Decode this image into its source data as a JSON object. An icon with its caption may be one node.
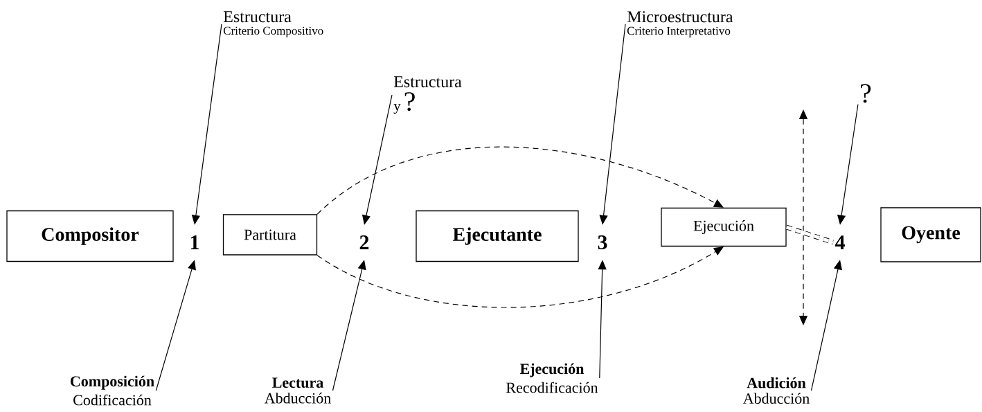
{
  "diagram": {
    "nodes": [
      {
        "text": [
          "Estructura",
          "Criterio Compositivo"
        ]
      },
      {
        "text": [
          "Microestructura",
          "Criterio Interpretativo"
        ]
      },
      {
        "text": [
          "Estructura",
          "y",
          "?"
        ]
      },
      {
        "text": [
          "?"
        ]
      },
      {
        "text": [
          "Compositor"
        ]
      },
      {
        "text": [
          "1"
        ]
      },
      {
        "text": [
          "Partitura"
        ]
      },
      {
        "text": [
          "2"
        ]
      },
      {
        "text": [
          "Ejecutante"
        ]
      },
      {
        "text": [
          "3"
        ]
      },
      {
        "text": [
          "Ejecución"
        ]
      },
      {
        "text": [
          "4"
        ]
      },
      {
        "text": [
          "Oyente"
        ]
      },
      {
        "text": [
          "Composición",
          "Codificación"
        ]
      },
      {
        "text": [
          "Lectura",
          "Abducción"
        ]
      },
      {
        "text": [
          "Ejecución",
          "Recodificación"
        ]
      },
      {
        "text": [
          "Audición",
          "Abducción"
        ]
      }
    ],
    "edges": [
      {
        "from": 0,
        "to": 5,
        "arrow": "to"
      },
      {
        "from": 2,
        "to": 7,
        "arrow": "to"
      },
      {
        "from": 1,
        "to": 9,
        "arrow": "to"
      },
      {
        "from": 3,
        "to": 11,
        "arrow": "to"
      },
      {
        "from": 13,
        "to": 5,
        "arrow": "to"
      },
      {
        "from": 14,
        "to": 7,
        "arrow": "to"
      },
      {
        "from": 15,
        "to": 9,
        "arrow": "to"
      },
      {
        "from": 16,
        "to": 11,
        "arrow": "to"
      },
      {
        "from": 6,
        "to": 10,
        "arrow": "to",
        "style": "dashed"
      },
      {
        "from": 6,
        "to": 10,
        "arrow": "to",
        "style": "dashed"
      },
      {
        "from": 10,
        "to": 11,
        "arrow": "none",
        "style": "dashed"
      }
    ]
  }
}
